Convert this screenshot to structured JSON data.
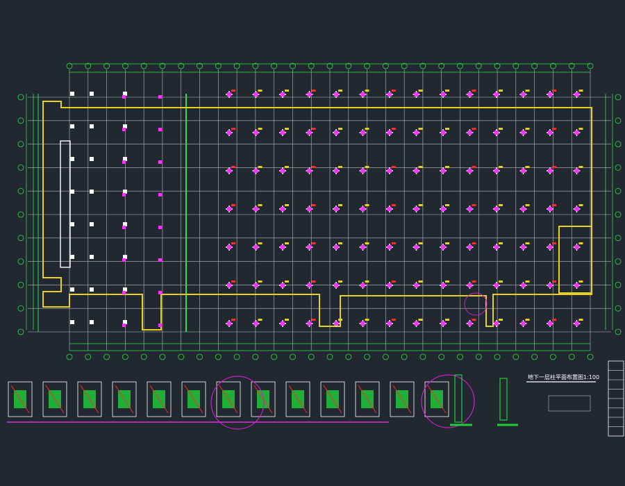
{
  "drawing": {
    "type": "cad-structural-floor-plan",
    "colors": {
      "background": "#212830",
      "grid_line": "#b9bdc2",
      "axis_line": "#2ee04a",
      "wall_outline": "#e6d21e",
      "column_marker": "#ff33ff",
      "column_marker_secondary": "#ff2b2b",
      "annotation_green": "#22e04a",
      "detail_circle": "#d020d0",
      "text_white": "#ffffff",
      "column_box": "#ffffff",
      "detail_fill": "#1fcf3a"
    },
    "plan": {
      "grid_columns": 28,
      "grid_rows": 10,
      "column_pier_rows": 7,
      "column_pier_cols": 14
    },
    "detail_strip": {
      "count": 13
    },
    "title_block": {
      "label": "地下一层柱平面布置图",
      "scale_note": "1:100"
    },
    "legend_panel": {
      "rows": 8
    }
  }
}
